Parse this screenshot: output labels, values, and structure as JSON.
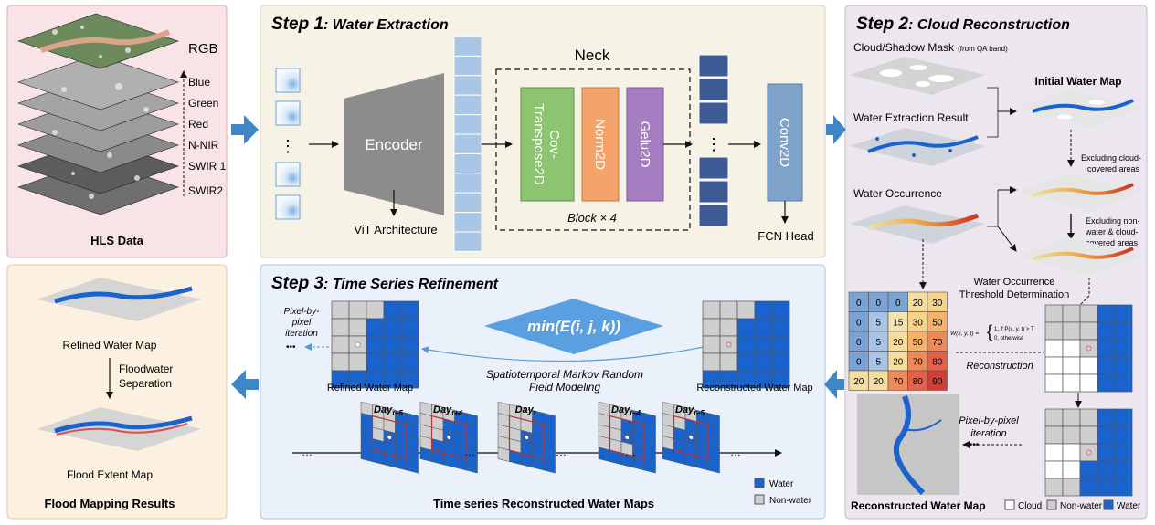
{
  "hls": {
    "title": "HLS Data",
    "bands": [
      "RGB",
      "Blue",
      "Green",
      "Red",
      "N-NIR",
      "SWIR 1",
      "SWIR2"
    ]
  },
  "step1": {
    "step_label": "Step 1",
    "title": ": Water Extraction",
    "encoder": "Encoder",
    "vit": "ViT Architecture",
    "neck": "Neck",
    "block1": "Cov-Transpose2D",
    "block1_line1": "Cov-",
    "block1_line2": "Transpose2D",
    "block2": "Norm2D",
    "block3": "Gelu2D",
    "block_repeat": "Block × 4",
    "conv": "Conv2D",
    "fcn": "FCN Head",
    "dots": "⋮"
  },
  "step2": {
    "step_label": "Step 2",
    "title": ": Cloud Reconstruction",
    "mask_label": "Cloud/Shadow Mask",
    "mask_source": "(from QA band)",
    "water_extraction": "Water Extraction Result",
    "initial_map": "Initial Water Map",
    "excl_cloud_l1": "Excluding cloud-",
    "excl_cloud_l2": "covered areas",
    "occurrence": "Water Occurrence",
    "excl_nonwater_l1": "Excluding non-",
    "excl_nonwater_l2": "water & cloud-",
    "excl_nonwater_l3": "covered areas",
    "threshold_l1": "Water Occurrence",
    "threshold_l2": "Threshold Determination",
    "occurrence_values": [
      [
        0,
        0,
        0,
        20,
        30
      ],
      [
        0,
        5,
        15,
        30,
        50
      ],
      [
        0,
        5,
        20,
        50,
        70
      ],
      [
        0,
        5,
        20,
        70,
        80
      ],
      [
        20,
        20,
        70,
        80,
        90
      ]
    ],
    "formula_lhs": "W(x, y, t) =",
    "formula_case1": "1, if P(x, y, t) > T",
    "formula_case2": "0, otherwise",
    "reconstruction": "Reconstruction",
    "pbp_l1": "Pixel-by-pixel",
    "pbp_l2": "iteration",
    "ellipsis": "•••",
    "reconstructed": "Reconstructed Water Map",
    "legend": [
      "Cloud",
      "Non-water",
      "Water"
    ]
  },
  "step3": {
    "step_label": "Step 3",
    "title": ": Time Series Refinement",
    "pbp_l1": "Pixel-by-",
    "pbp_l2": "pixel",
    "pbp_l3": "iteration",
    "ellipsis": "•••",
    "formula": "min(E(i, j, k))",
    "mrf_l1": "Spatiotemporal Markov Random",
    "mrf_l2": "Field Modeling",
    "refined": "Refined Water Map",
    "reconstructed": "Reconstructed Water Map",
    "days": [
      {
        "base": "Day",
        "sub": "t+5"
      },
      {
        "base": "Day",
        "sub": "t+4"
      },
      {
        "base": "Day",
        "sub": "t"
      },
      {
        "base": "Day",
        "sub": "t−4"
      },
      {
        "base": "Day",
        "sub": "t−5"
      }
    ],
    "time_dots": "…",
    "ts_title": "Time series Reconstructed Water Maps",
    "legend": [
      "Water",
      "Non-water"
    ]
  },
  "results": {
    "refined": "Refined Water Map",
    "separation_l1": "Floodwater",
    "separation_l2": "Separation",
    "flood_extent": "Flood Extent Map",
    "title": "Flood Mapping Results"
  },
  "colors": {
    "water": "#1a63cc",
    "nonwater": "#cfcfcf",
    "cloud": "#ffffff",
    "arrow_blue": "#3f86c7",
    "panel_pink": "#f8e4e6",
    "panel_beige": "#f6f2e6",
    "panel_lavender": "#ece6ee",
    "panel_blue": "#eaf1fb",
    "panel_yellow": "#fcf1e0"
  }
}
